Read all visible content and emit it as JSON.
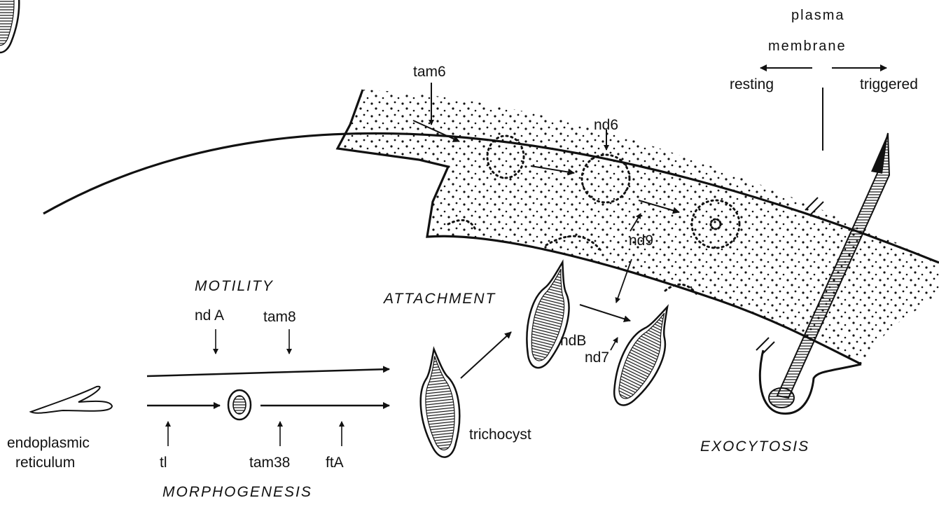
{
  "labels": {
    "plasma": "plasma",
    "membrane": "membrane",
    "resting": "resting",
    "triggered": "triggered",
    "tam6": "tam6",
    "nd6": "nd6",
    "nd9": "nd9",
    "motility": "MOTILITY",
    "attachment": "ATTACHMENT",
    "ndA": "nd A",
    "tam8": "tam8",
    "ndB": "ndB",
    "nd7": "nd7",
    "endoplasmic": "endoplasmic",
    "reticulum": "reticulum",
    "tl": "tl",
    "tam38": "tam38",
    "ftA": "ftA",
    "trichocyst": "trichocyst",
    "exocytosis": "EXOCYTOSIS",
    "morphogenesis": "MORPHOGENESIS"
  },
  "icons": [
    "endoplasmic-reticulum-icon",
    "trichocyst-icon",
    "vesicle-icon"
  ]
}
